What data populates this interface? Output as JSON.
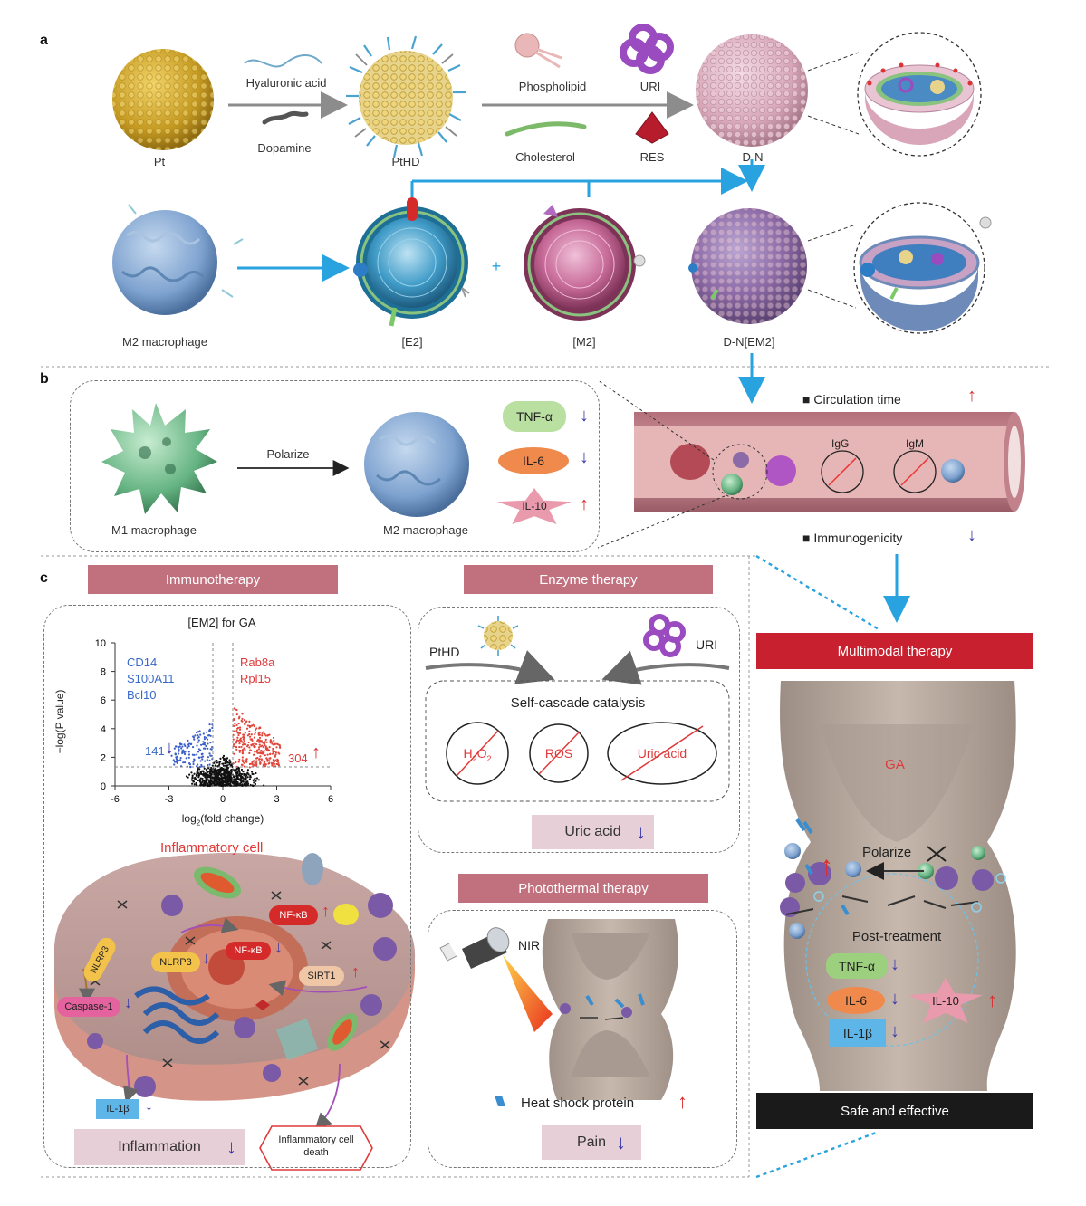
{
  "panels": {
    "a": "a",
    "b": "b",
    "c": "c"
  },
  "panel_a": {
    "pt": "Pt",
    "reagent_1": "Hyaluronic acid",
    "reagent_2": "Dopamine",
    "pthd": "PtHD",
    "phospholipid": "Phospholipid",
    "cholesterol": "Cholesterol",
    "uri": "URI",
    "res": "RES",
    "dn": "D-N",
    "m2_macrophage": "M2 macrophage",
    "e2": "[E2]",
    "plus": "+",
    "m2": "[M2]",
    "dnem2": "D-N[EM2]"
  },
  "panel_b": {
    "m1_macrophage": "M1 macrophage",
    "polarize": "Polarize",
    "m2_macrophage": "M2 macrophage",
    "tnf": "TNF-α",
    "il6": "IL-6",
    "il10": "IL-10",
    "circulation": "Circulation time",
    "immunogenicity": "Immunogenicity",
    "igg": "IgG",
    "igm": "IgM"
  },
  "immunotherapy": {
    "title": "Immunotherapy",
    "volcano_title": "[EM2] for GA",
    "down_genes": [
      "CD14",
      "S100A11",
      "Bcl10"
    ],
    "up_genes": [
      "Rab8a",
      "Rpl15"
    ],
    "down_count": "141",
    "up_count": "304",
    "cell_title": "Inflammatory cell",
    "nfkb_1": "NF-κB",
    "nfkb_2": "NF-κB",
    "nlrp3_1": "NLRP3",
    "nlrp3_2": "NLRP3",
    "sirt1": "SIRT1",
    "caspase": "Caspase-1",
    "il1b": "IL-1β",
    "inflammation": "Inflammation",
    "cell_death": "Inflammatory cell death"
  },
  "chart_data": {
    "type": "scatter",
    "title": "[EM2] for GA",
    "xlabel": "log2(fold change)",
    "ylabel": "−log(P value)",
    "xlim": [
      -6,
      6
    ],
    "ylim": [
      0,
      10
    ],
    "xticks": [
      "-6",
      "-3",
      "0",
      "3",
      "6"
    ],
    "yticks": [
      "0",
      "2",
      "4",
      "6",
      "8",
      "10"
    ],
    "threshold_x": [
      -0.58,
      0.58
    ],
    "threshold_y": 1.3,
    "series": [
      {
        "name": "down",
        "color": "#3a5fc8",
        "count": 141
      },
      {
        "name": "up",
        "color": "#e0463a",
        "count": 304
      },
      {
        "name": "ns",
        "color": "#111111"
      }
    ]
  },
  "enzyme": {
    "title": "Enzyme therapy",
    "pthd": "PtHD",
    "uri": "URI",
    "cascade": "Self-cascade catalysis",
    "h2o2": "H2O2",
    "ros": "ROS",
    "uric_acid": "Uric acid",
    "output": "Uric acid"
  },
  "photothermal": {
    "title": "Photothermal therapy",
    "nir": "NIR",
    "hsp": "Heat shock protein",
    "output": "Pain"
  },
  "multimodal": {
    "title": "Multimodal therapy",
    "ga": "GA",
    "polarize": "Polarize",
    "post": "Post-treatment",
    "tnf": "TNF-α",
    "il6": "IL-6",
    "il10": "IL-10",
    "il1b": "IL-1β",
    "footer": "Safe and effective"
  },
  "colors": {
    "pink_banner": "#c1707e",
    "red_banner": "#c8202e",
    "black_banner": "#1a1a1a",
    "arrow_blue": "#29a3e0",
    "down_arrow": "#3a3aa8",
    "up_arrow": "#d92f2f"
  }
}
